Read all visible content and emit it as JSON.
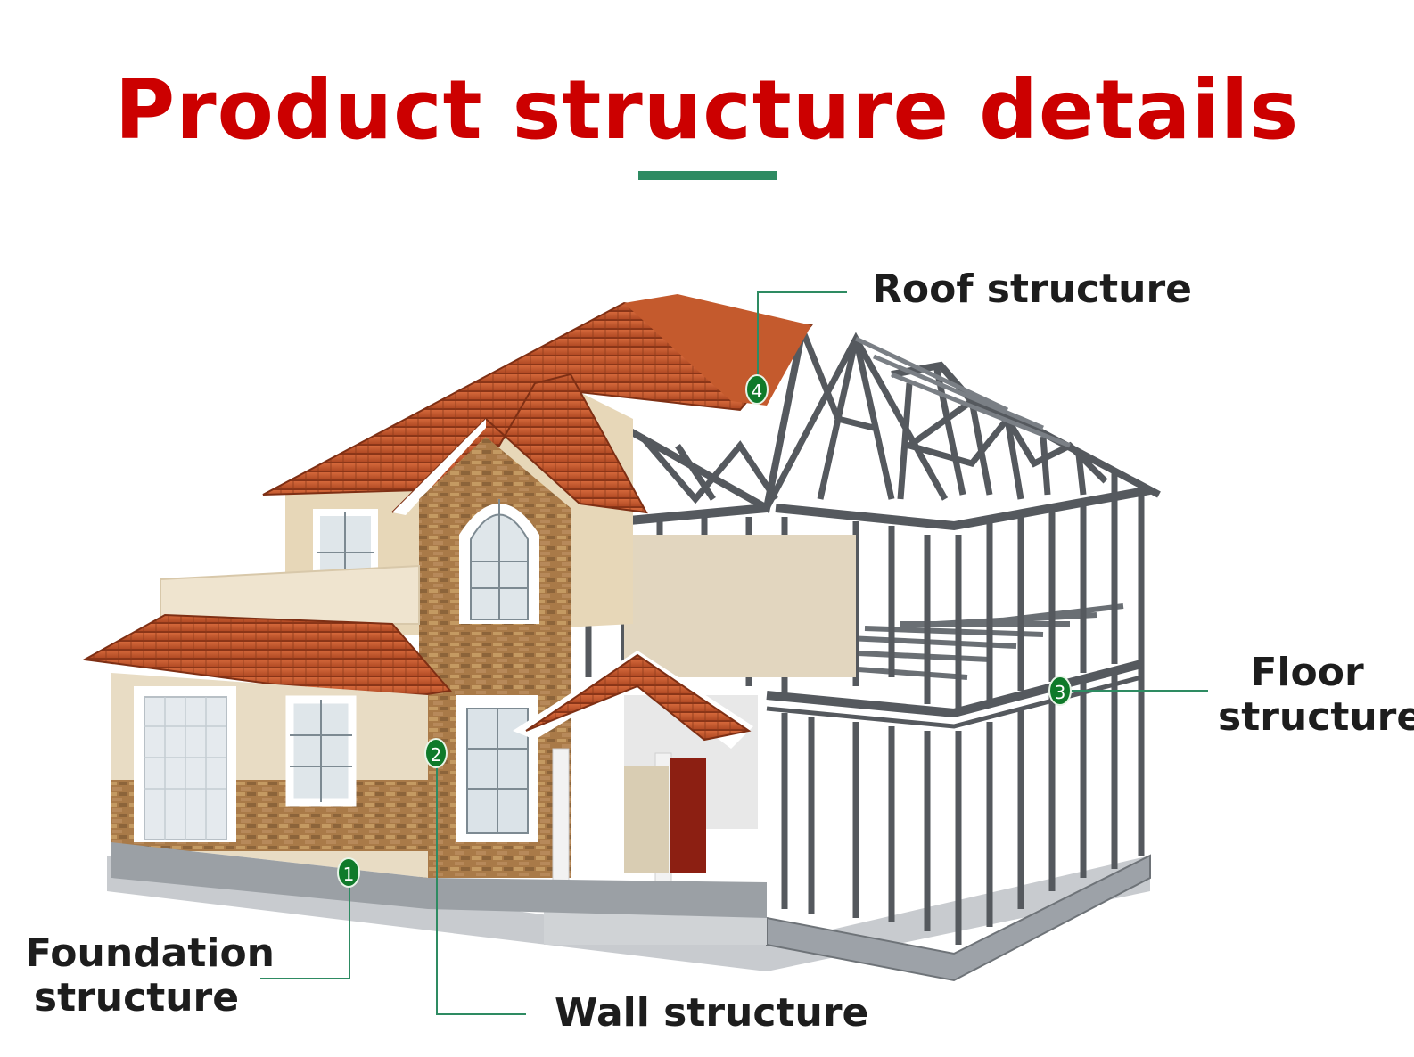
{
  "title": "Product structure details",
  "accent_color": "#2e8b62",
  "title_color": "#cc0000",
  "callouts": [
    {
      "number": "1",
      "label_line1": "Foundation",
      "label_line2": "structure"
    },
    {
      "number": "2",
      "label": "Wall structure"
    },
    {
      "number": "3",
      "label_line1": "Floor",
      "label_line2": "structure"
    },
    {
      "number": "4",
      "label": "Roof structure"
    }
  ]
}
